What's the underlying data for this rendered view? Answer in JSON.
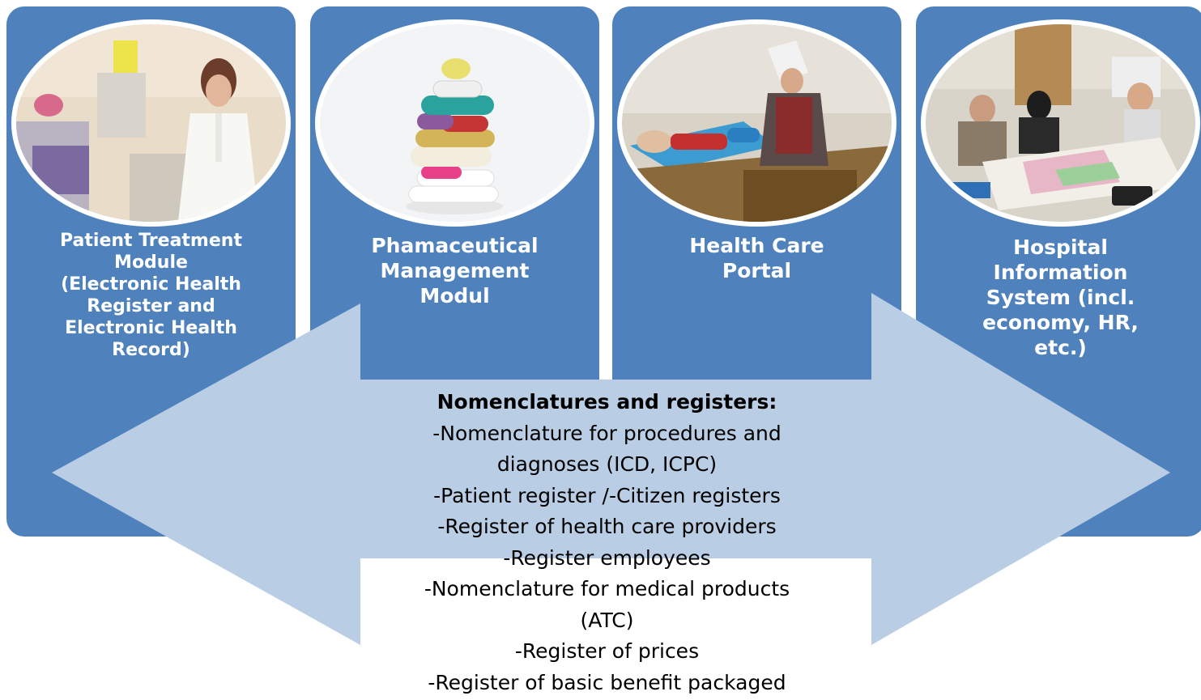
{
  "colors": {
    "card": "#4f81bd",
    "arrow": "#b9cde4",
    "label_text": "#ffffff",
    "body_text": "#000000"
  },
  "cards": [
    {
      "label": "Patient Treatment\nModule\n(Electronic Health\nRegister and\nElectronic Health\nRecord)",
      "photo": "doctor-in-clinic-photo"
    },
    {
      "label": "Phamaceutical\nManagement\nModul",
      "photo": "stacked-pills-photo"
    },
    {
      "label": "Health Care\nPortal",
      "photo": "patient-examination-photo"
    },
    {
      "label": "Hospital\nInformation\nSystem (incl.\neconomy, HR,\netc.)",
      "photo": "office-team-meeting-photo"
    }
  ],
  "registers": {
    "heading": "Nomenclatures and registers:",
    "items": [
      "-Nomenclature for procedures and",
      "diagnoses (ICD, ICPC)",
      "-Patient register /-Citizen registers",
      "-Register of health care providers",
      "-Register employees",
      "-Nomenclature for medical products",
      "(ATC)",
      "-Register of prices",
      "-Register of basic benefit packaged"
    ]
  }
}
